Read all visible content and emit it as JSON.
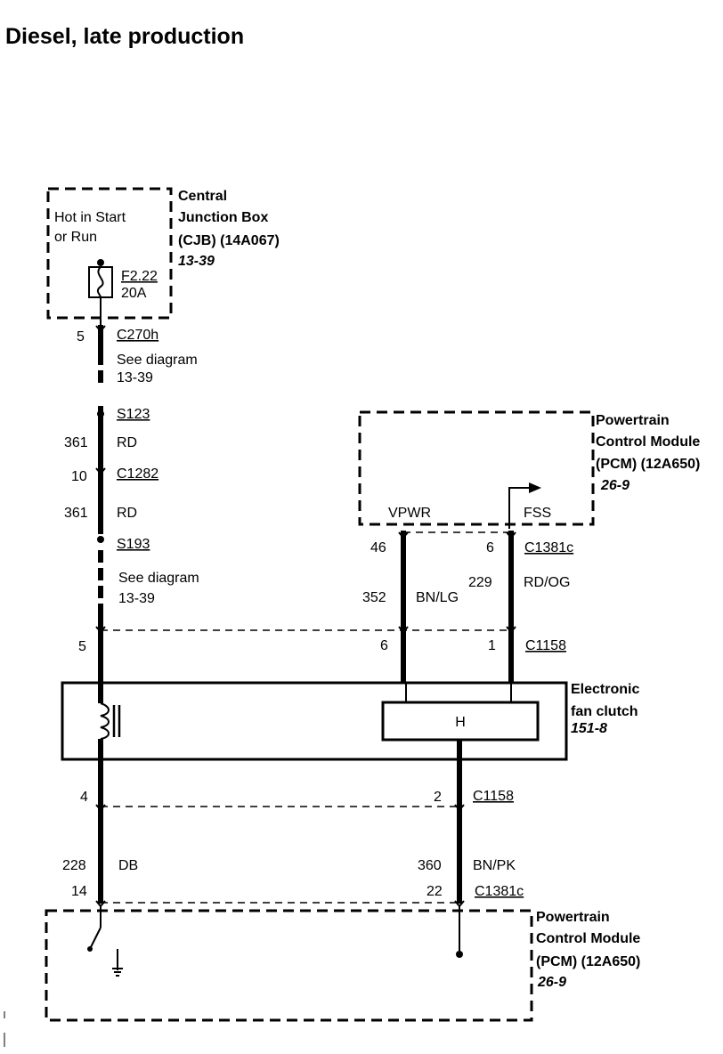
{
  "title": "Diesel, late production",
  "cjb": {
    "name_lines": [
      "Central",
      "Junction Box",
      "(CJB) (14A067)"
    ],
    "ref": "13-39",
    "power_lines": [
      "Hot in Start",
      "or Run"
    ],
    "fuse": "F2.22",
    "fuse_rating": "20A"
  },
  "left_wire": {
    "c270h_pin": "5",
    "c270h": "C270h",
    "see1_lines": [
      "See diagram",
      "13-39"
    ],
    "s123": "S123",
    "circuit1": "361",
    "color1": "RD",
    "c1282_pin": "10",
    "c1282": "C1282",
    "circuit2": "361",
    "color2": "RD",
    "s193": "S193",
    "see2_lines": [
      "See diagram",
      "13-39"
    ],
    "c1158_pin": "5"
  },
  "pcm_top": {
    "name_lines": [
      "Powertrain",
      "Control Module",
      "(PCM) (12A650)"
    ],
    "ref": "26-9",
    "vpwr": "VPWR",
    "fss": "FSS",
    "vpwr_pin": "46",
    "vpwr_circuit": "352",
    "vpwr_color": "BN/LG",
    "vpwr_c1158_pin": "6",
    "fss_pin": "6",
    "fss_connector": "C1381c",
    "fss_circuit": "229",
    "fss_color": "RD/OG",
    "fss_c1158_pin": "1",
    "c1158": "C1158"
  },
  "fan_clutch": {
    "name_lines": [
      "Electronic",
      "fan clutch"
    ],
    "ref": "151-8",
    "sensor": "H"
  },
  "lower": {
    "left_pin": "4",
    "right_pin": "2",
    "c1158": "C1158",
    "left_circuit": "228",
    "left_color": "DB",
    "left_pcm_pin": "14",
    "right_circuit": "360",
    "right_color": "BN/PK",
    "right_pcm_pin": "22",
    "c1381c": "C1381c"
  },
  "pcm_bottom": {
    "name_lines": [
      "Powertrain",
      "Control Module",
      "(PCM) (12A650)"
    ],
    "ref": "26-9"
  }
}
